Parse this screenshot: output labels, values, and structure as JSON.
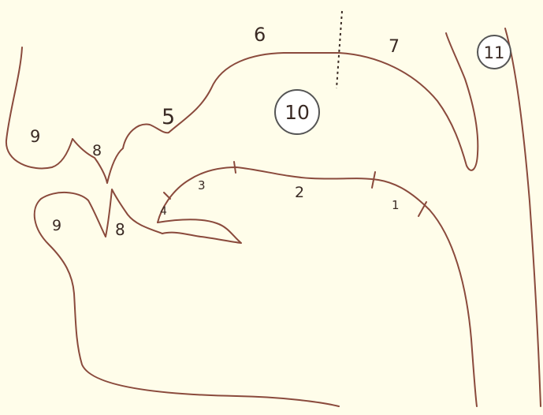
{
  "labels": {
    "l1": "1",
    "l2": "2",
    "l3": "3",
    "l4": "4",
    "l5": "5",
    "l6": "6",
    "l7": "7",
    "l8_upper": "8",
    "l8_lower": "8",
    "l9_upper": "9",
    "l9_lower": "9",
    "l10": "10",
    "l11": "11"
  },
  "colors": {
    "background": "#fffdea",
    "outline": "#8a4a3c",
    "label": "#3a2a24",
    "circle_fill": "#ffffff",
    "circle_stroke": "#555555"
  }
}
